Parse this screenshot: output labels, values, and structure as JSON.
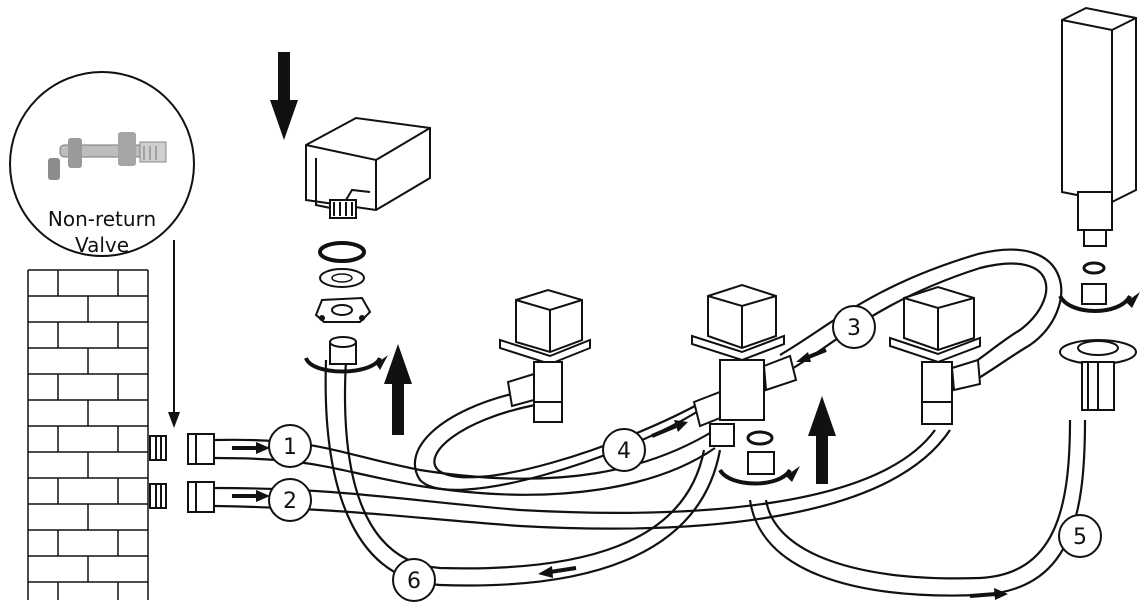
{
  "callout": {
    "line1": "Non-return",
    "line2": "Valve"
  },
  "markers": [
    "1",
    "2",
    "3",
    "4",
    "5",
    "6"
  ],
  "icons": {
    "valve_photo": "non-return-valve-icon",
    "wall": "brick-wall-icon",
    "spout": "spout-icon",
    "handle": "tap-handle-icon",
    "diverter": "diverter-valve-icon",
    "shower": "hand-shower-icon",
    "arrow": "flow-arrow-icon"
  }
}
